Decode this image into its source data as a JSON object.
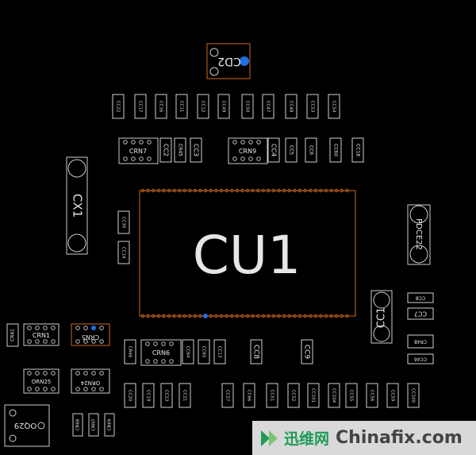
{
  "colors": {
    "background": "#000000",
    "outline": "#d8d8d8",
    "highlight_outline": "#d2691e",
    "pin_marker": "#1e6fe0",
    "watermark_green": "#1f9b57"
  },
  "main_chip": {
    "label": "CU1"
  },
  "cd2": {
    "label": "CD2"
  },
  "cx1": {
    "label": "CX1"
  },
  "cc1": {
    "label": "CC1"
  },
  "pdce22": {
    "label": "PDCE22"
  },
  "oq29": {
    "label": "OQ29"
  },
  "networks": {
    "crn7": "CRN7",
    "crn9": "CRN9",
    "crn1": "CRN1",
    "crn5": "CRN5",
    "crn6": "CRN6",
    "orn25": "ORN25",
    "orn24": "ORN24"
  },
  "top_row": [
    "CC22",
    "CC17",
    "CC16",
    "CC11",
    "CC12",
    "CC49",
    "CC50",
    "CC47",
    "CC48",
    "CC53",
    "CC54"
  ],
  "second_row": [
    "CC2",
    "CR45",
    "CC3",
    "CC4",
    "CC5",
    "CC6",
    "CC60",
    "CC18"
  ],
  "left_mid": [
    "CC30",
    "CC14"
  ],
  "right_small": [
    "CC8",
    "CC7",
    "CR48",
    "CC46"
  ],
  "mid_row": [
    "CR46",
    "CC64",
    "CC65",
    "CC13",
    "CC8",
    "CC9"
  ],
  "bottom_row": [
    "CC20",
    "CC19",
    "CC23",
    "CC21",
    "CC27",
    "CC66",
    "CC51",
    "CC52",
    "CC101",
    "CC104",
    "CC55",
    "CC56",
    "CC59",
    "CC100"
  ],
  "bottom_left": [
    "CR41",
    "CR68",
    "CRN7",
    "CR69"
  ],
  "watermark": {
    "cn": "迅维网",
    "en": "Chinafix.com"
  }
}
